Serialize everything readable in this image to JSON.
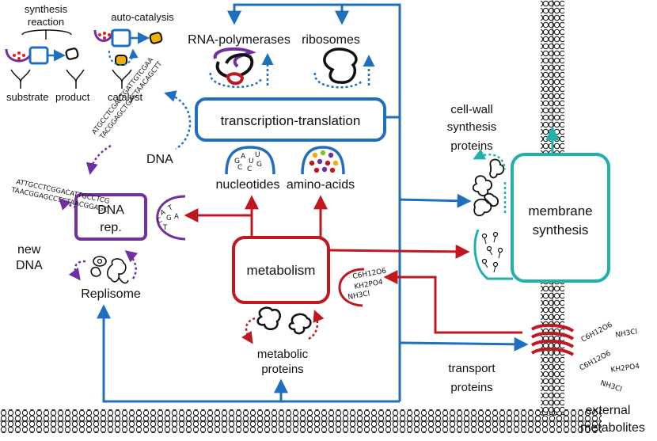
{
  "legend": {
    "synthesis_reaction_l1": "synthesis",
    "synthesis_reaction_l2": "reaction",
    "auto_catalysis": "auto-catalysis",
    "substrate": "substrate",
    "product": "product",
    "catalyst": "catalyst"
  },
  "nodes": {
    "rna_polymerases": "RNA-polymerases",
    "ribosomes": "ribosomes",
    "transcription_translation": "transcription-translation",
    "dna": "DNA",
    "nucleotides": "nucleotides",
    "amino_acids": "amino-acids",
    "dna_rep_l1": "DNA",
    "dna_rep_l2": "rep.",
    "new_dna_l1": "new",
    "new_dna_l2": "DNA",
    "replisome": "Replisome",
    "metabolism": "metabolism",
    "metabolic_proteins_l1": "metabolic",
    "metabolic_proteins_l2": "proteins",
    "cell_wall_l1": "cell-wall",
    "cell_wall_l2": "synthesis",
    "cell_wall_l3": "proteins",
    "membrane_synthesis_l1": "membrane",
    "membrane_synthesis_l2": "synthesis",
    "transport_proteins_l1": "transport",
    "transport_proteins_l2": "proteins",
    "external_metabolites_l1": "external",
    "external_metabolites_l2": "metabolites"
  },
  "sequences": {
    "dna_strand_1": "ATGCCTCGACTGATTGTCGAA",
    "dna_strand_2": "TACGGAGCTGACTAACAGCTT",
    "new_dna_1": "ATTGCCTCGGACATTGCCTCG",
    "new_dna_2": "TAACGGAGCCTGTAACGGAGC",
    "nucleotide_letters": [
      "G",
      "A",
      "U",
      "C",
      "U",
      "G",
      "C"
    ],
    "template_letters": [
      "A",
      "T",
      "C",
      "G",
      "A",
      "T"
    ]
  },
  "chemicals": {
    "glucose": "C6H12O6",
    "phosphate": "KH2PO4",
    "ammonium": "NH3Cl"
  },
  "colors": {
    "blue": "#1f6fbf",
    "red": "#c0181f",
    "purple": "#7030a0",
    "teal": "#20b2aa",
    "black": "#111111"
  },
  "icons": [
    "substrate-receptor-icon",
    "catalyst-enzyme-icon",
    "membrane-icon",
    "protein-blob-icon"
  ]
}
